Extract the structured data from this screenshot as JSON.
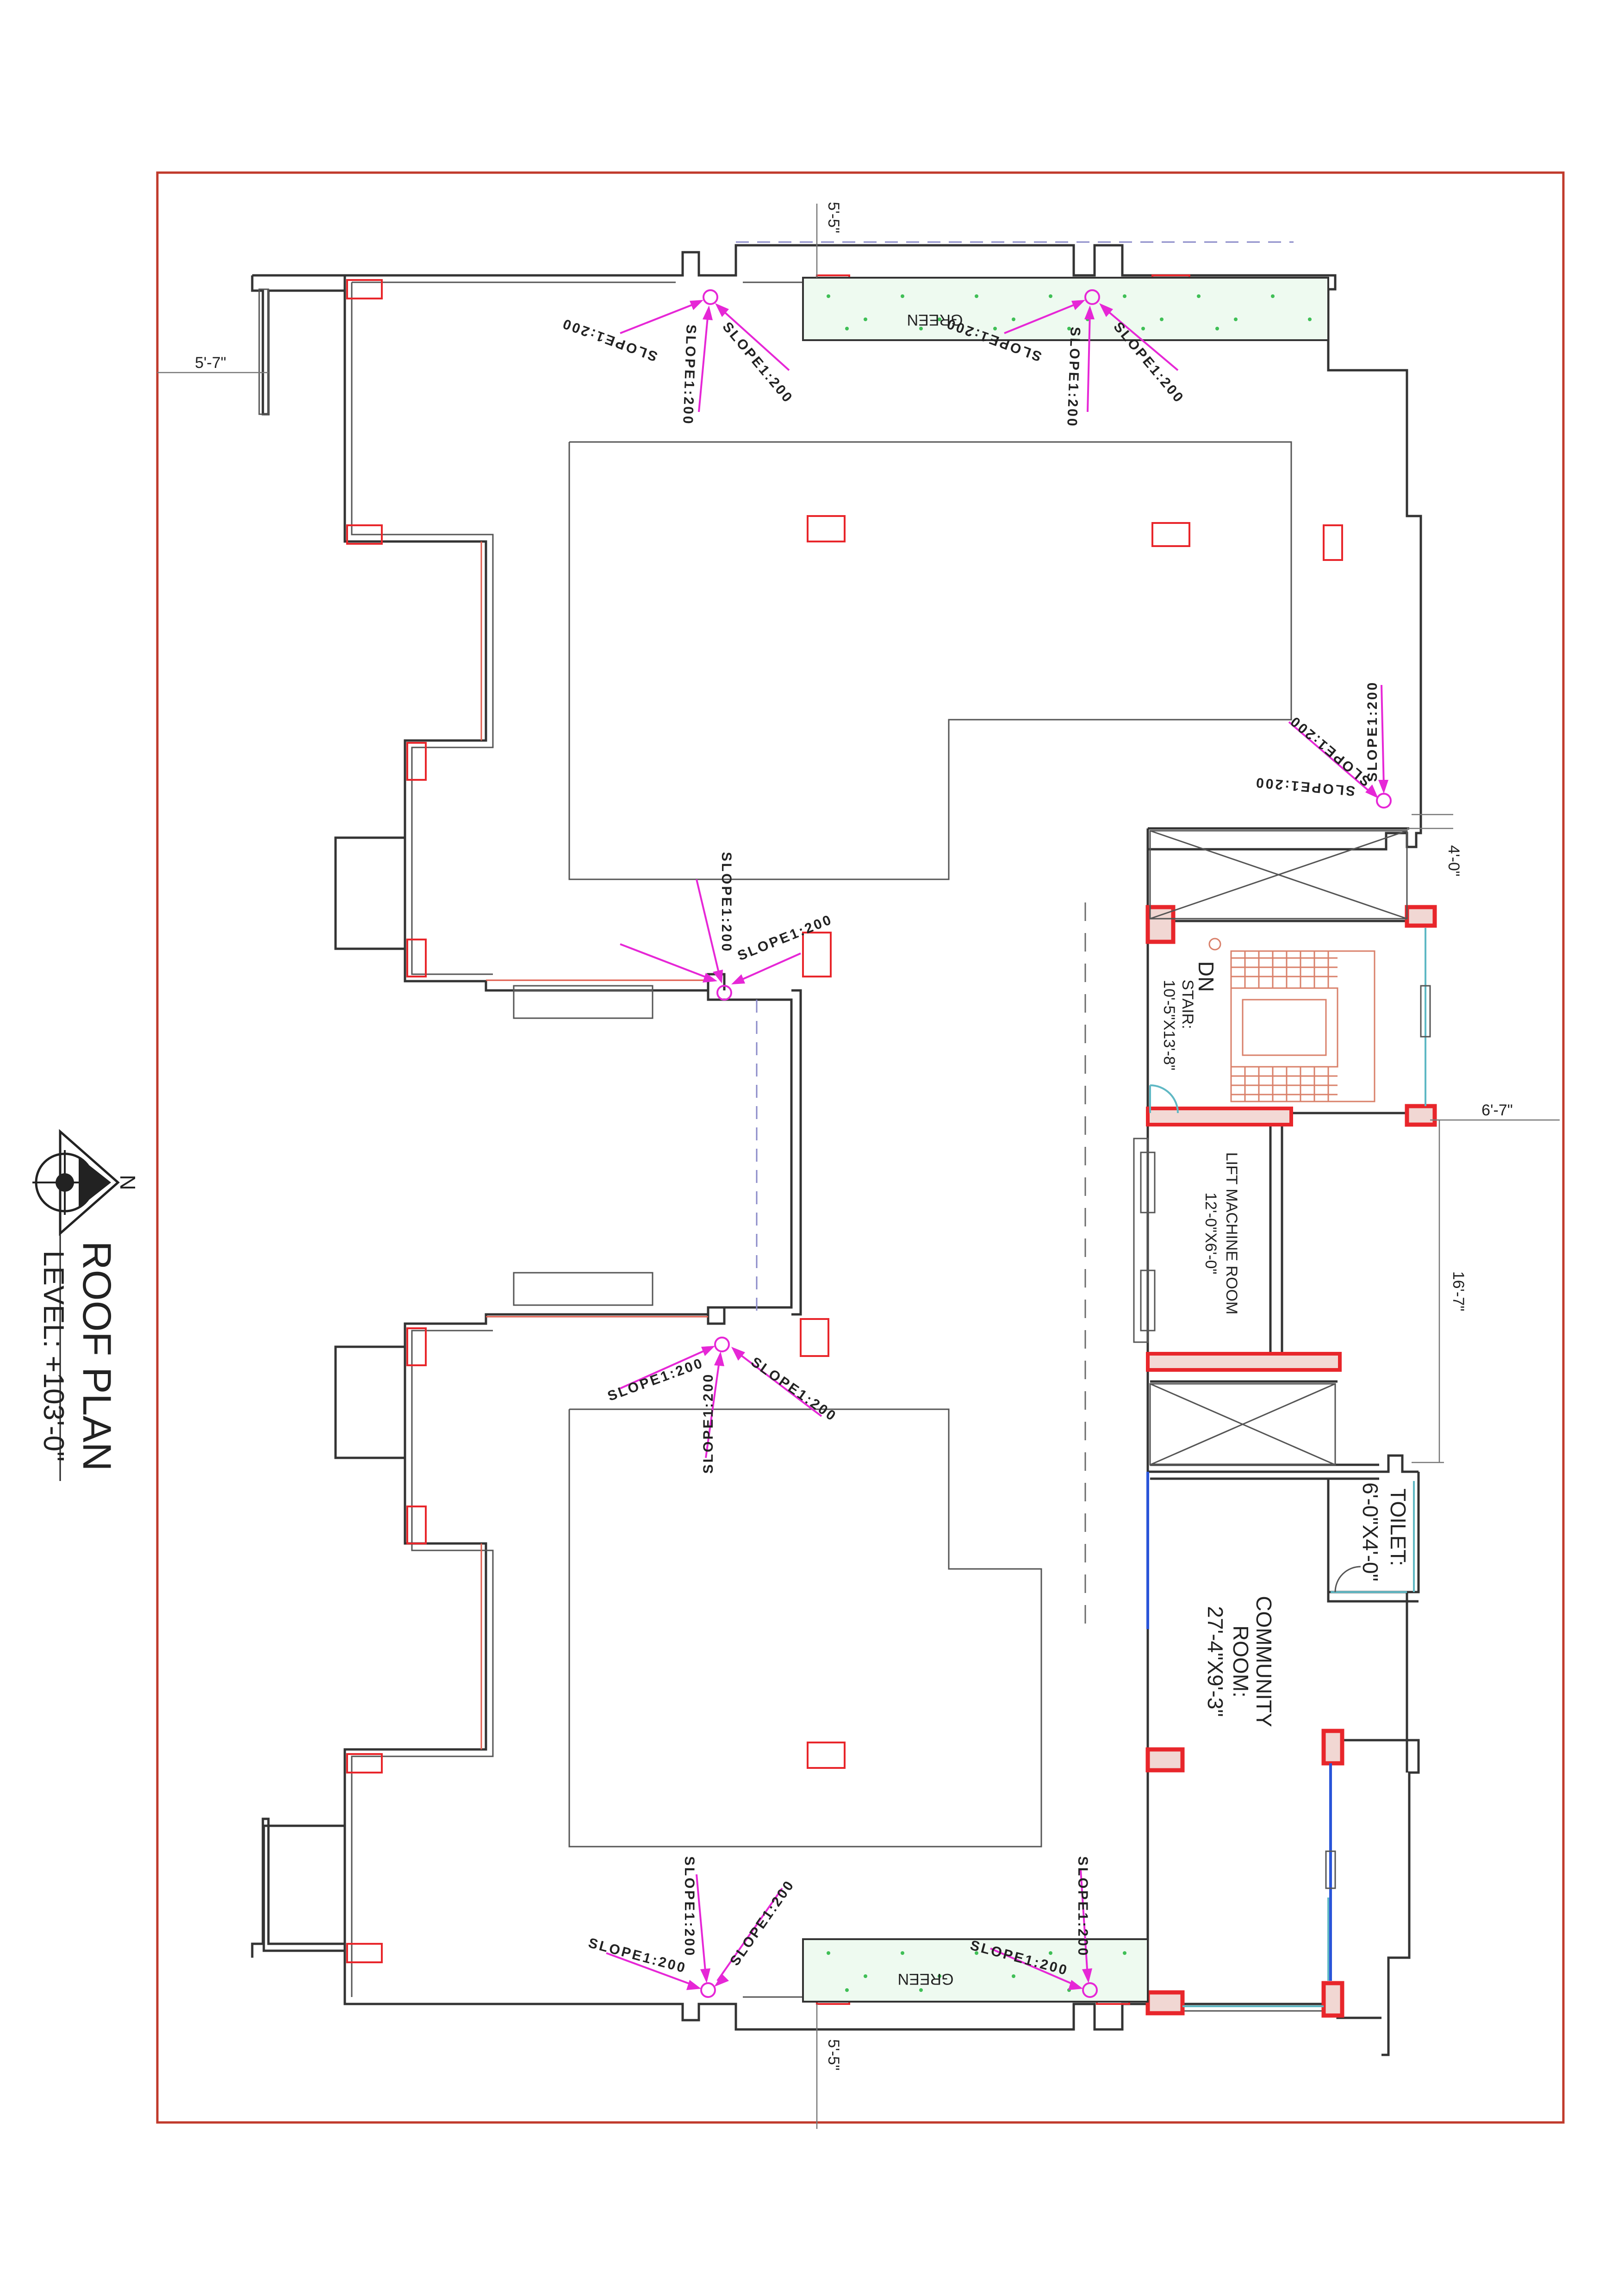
{
  "title_block": {
    "title": "ROOF PLAN",
    "level": "LEVEL: +103'-0\"",
    "north_label": "N"
  },
  "rooms": {
    "community_room": {
      "name": "COMMUNITY",
      "name2": "ROOM:",
      "size": "27'-4\"X9'-3\""
    },
    "toilet": {
      "name": "TOILET:",
      "size": "6'-0\"X4'-0\""
    },
    "lift_machine_room": {
      "name": "LIFT MACHINE ROOM",
      "size": "12'-0\"X6'-0\""
    },
    "stair": {
      "dn": "DN",
      "name": "STAIR:",
      "size": "10'-5\"X13'-8\""
    }
  },
  "green_label": "GREEN",
  "slope_label": "SLOPE1:200",
  "dimensions": {
    "top": "5'-5\"",
    "bottom": "5'-5\"",
    "left": "5'-7\"",
    "lift_top": "4'-0\"",
    "lift_side": "6'-7\"",
    "lift_depth": "16'-7\""
  },
  "colors": {
    "border": "#c0392b",
    "column": "#e8262b",
    "slope_arrow": "#e627d6",
    "green_fill": "#3fbf56",
    "window": "#2a55d9"
  }
}
